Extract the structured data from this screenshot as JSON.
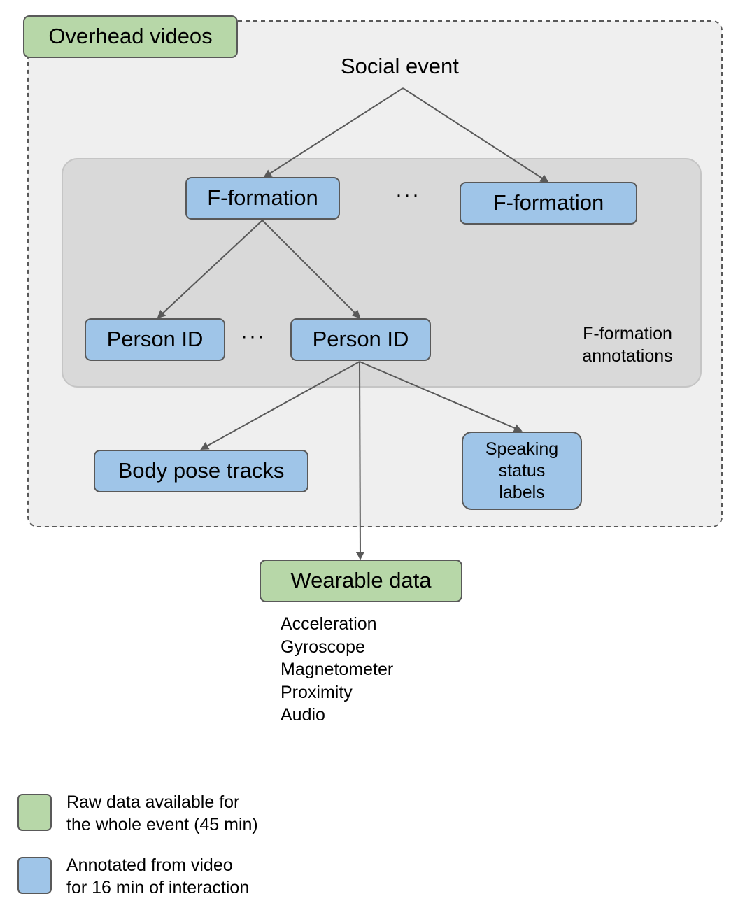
{
  "nodes": {
    "overhead_videos": "Overhead videos",
    "social_event": "Social event",
    "f_formation_1": "F-formation",
    "f_formation_2": "F-formation",
    "f_formation_dots": "···",
    "person_id_1": "Person ID",
    "person_id_2": "Person ID",
    "person_dots": "···",
    "f_formation_annotations": "F-formation\nannotations",
    "body_pose_tracks": "Body pose tracks",
    "speaking_status_labels": "Speaking\nstatus\nlabels",
    "wearable_data": "Wearable data"
  },
  "wearable_signals": [
    "Acceleration",
    "Gyroscope",
    "Magnetometer",
    "Proximity",
    "Audio"
  ],
  "legend": [
    {
      "color": "#b7d7a8",
      "text": "Raw data available for\nthe whole event (45 min)"
    },
    {
      "color": "#9fc5e8",
      "text": "Annotated from video\nfor 16 min of interaction"
    }
  ],
  "colors": {
    "raw": "#b7d7a8",
    "annotated": "#9fc5e8",
    "outer_region": "#efefef",
    "annotation_region": "#d9d9d9",
    "stroke": "#595959"
  },
  "edges": [
    [
      "social_event",
      "f_formation_1"
    ],
    [
      "social_event",
      "f_formation_2"
    ],
    [
      "f_formation_1",
      "person_id_1"
    ],
    [
      "f_formation_1",
      "person_id_2"
    ],
    [
      "person_id_2",
      "body_pose_tracks"
    ],
    [
      "person_id_2",
      "speaking_status_labels"
    ],
    [
      "person_id_2",
      "wearable_data"
    ]
  ]
}
